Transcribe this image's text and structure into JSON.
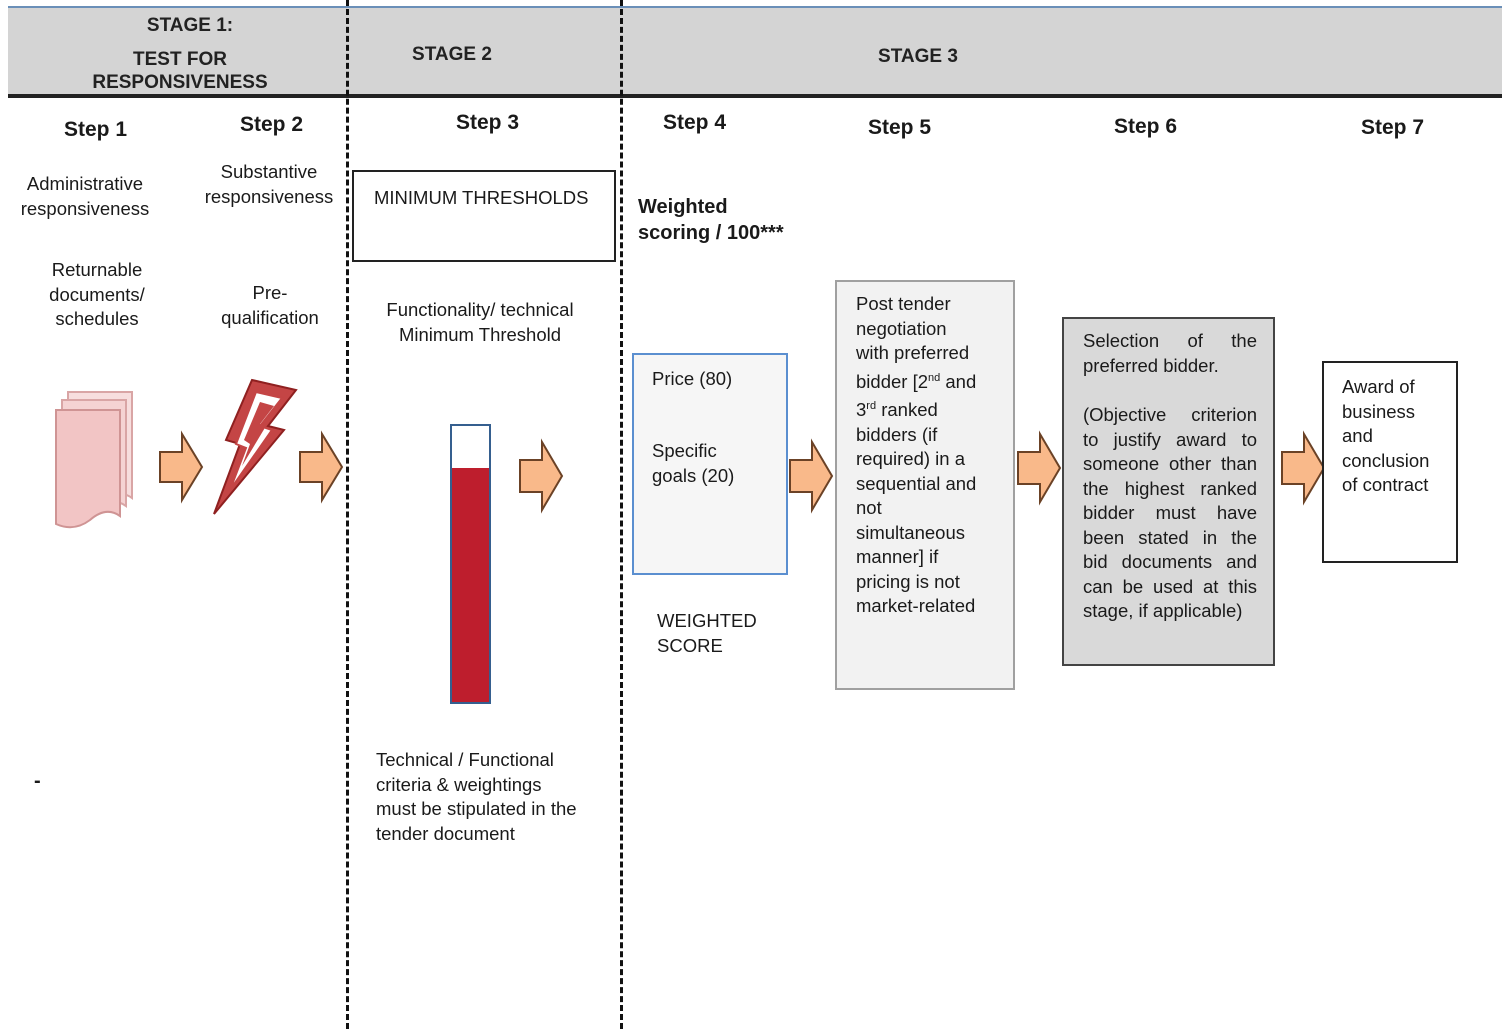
{
  "header": {
    "stage1_line1": "STAGE 1:",
    "stage1_line2": "TEST FOR",
    "stage1_line3": "RESPONSIVENESS",
    "stage2": "STAGE 2",
    "stage3": "STAGE 3"
  },
  "steps": {
    "s1": "Step 1",
    "s2": "Step 2",
    "s3": "Step 3",
    "s4": "Step 4",
    "s5": "Step 5",
    "s6": "Step 6",
    "s7": "Step 7"
  },
  "step1": {
    "title_a": "Administrative",
    "title_b": "responsiveness",
    "docs_a": "Returnable",
    "docs_b": "documents/",
    "docs_c": "schedules",
    "dash": "-"
  },
  "step2": {
    "title_a": "Substantive",
    "title_b": "responsiveness",
    "pq_a": "Pre-",
    "pq_b": "qualification"
  },
  "step3": {
    "min_thresholds": "MINIMUM THRESHOLDS",
    "func_a": "Functionality/ technical",
    "func_b": "Minimum Threshold",
    "note_a": "Technical / Functional",
    "note_b": "criteria & weightings",
    "note_c": "must be stipulated in the",
    "note_d": "tender document",
    "threshold_fill_fraction": 0.83
  },
  "step4": {
    "weighted_a": "Weighted",
    "weighted_b": "scoring / 100***",
    "price": "Price (80)",
    "goals_a": "Specific",
    "goals_b": "goals  (20)",
    "score_a": "WEIGHTED",
    "score_b": "SCORE"
  },
  "step5": {
    "l1": "Post tender",
    "l2": "negotiation",
    "l3": "with preferred",
    "l4_pre": "bidder [2",
    "l4_sup": "nd",
    "l4_post": " and",
    "l5_pre": "3",
    "l5_sup": "rd",
    "l5_post": " ranked",
    "l6": "bidders (if",
    "l7": "required) in a",
    "l8": "sequential and",
    "l9": "not",
    "l10": "simultaneous",
    "l11": "manner] if",
    "l12": "pricing is not",
    "l13": "market-related"
  },
  "step6": {
    "p1": "Selection of the preferred bidder.",
    "p2": "(Objective criterion to justify award to someone other than the highest ranked bidder must have been stated in the bid documents and can be used at this stage, if applicable)"
  },
  "step7": {
    "l1": "Award of",
    "l2": "business",
    "l3": "and",
    "l4": "conclusion",
    "l5": "of contract"
  },
  "colors": {
    "header_bg": "#d4d4d4",
    "arrow_fill": "#f9b98a",
    "arrow_stroke": "#7a4a2a",
    "threshold_red": "#be1e2d",
    "score_box_border": "#5b8fd0",
    "doc_pink": "#f3c8c8"
  }
}
